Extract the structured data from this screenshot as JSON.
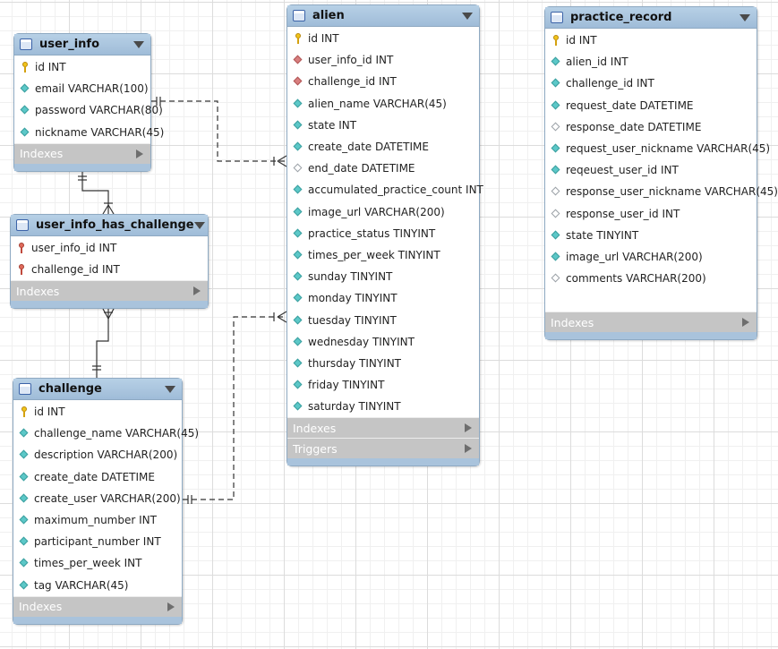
{
  "tables": [
    {
      "id": "user_info",
      "name": "user_info",
      "columns": [
        {
          "label": "id INT",
          "icon": "primary-key-icon"
        },
        {
          "label": "email VARCHAR(100)",
          "icon": "column-icon"
        },
        {
          "label": "password VARCHAR(80)",
          "icon": "column-icon"
        },
        {
          "label": "nickname VARCHAR(45)",
          "icon": "column-icon"
        }
      ],
      "sections": [
        "Indexes"
      ]
    },
    {
      "id": "user_info_has_challenge",
      "name": "user_info_has_challenge",
      "columns": [
        {
          "label": "user_info_id INT",
          "icon": "foreign-primary-key-icon"
        },
        {
          "label": "challenge_id INT",
          "icon": "foreign-primary-key-icon"
        }
      ],
      "sections": [
        "Indexes"
      ]
    },
    {
      "id": "challenge",
      "name": "challenge",
      "columns": [
        {
          "label": "id INT",
          "icon": "primary-key-icon"
        },
        {
          "label": "challenge_name VARCHAR(45)",
          "icon": "column-icon"
        },
        {
          "label": "description VARCHAR(200)",
          "icon": "column-icon"
        },
        {
          "label": "create_date DATETIME",
          "icon": "column-icon"
        },
        {
          "label": "create_user VARCHAR(200)",
          "icon": "column-icon"
        },
        {
          "label": "maximum_number INT",
          "icon": "column-icon"
        },
        {
          "label": "participant_number INT",
          "icon": "column-icon"
        },
        {
          "label": "times_per_week INT",
          "icon": "column-icon"
        },
        {
          "label": "tag VARCHAR(45)",
          "icon": "column-icon"
        }
      ],
      "sections": [
        "Indexes"
      ]
    },
    {
      "id": "alien",
      "name": "alien",
      "columns": [
        {
          "label": "id INT",
          "icon": "primary-key-icon"
        },
        {
          "label": "user_info_id INT",
          "icon": "foreign-key-icon"
        },
        {
          "label": "challenge_id INT",
          "icon": "foreign-key-icon"
        },
        {
          "label": "alien_name VARCHAR(45)",
          "icon": "column-icon"
        },
        {
          "label": "state INT",
          "icon": "column-icon"
        },
        {
          "label": "create_date DATETIME",
          "icon": "column-icon"
        },
        {
          "label": "end_date DATETIME",
          "icon": "nullable-column-icon"
        },
        {
          "label": "accumulated_practice_count INT",
          "icon": "column-icon"
        },
        {
          "label": "image_url VARCHAR(200)",
          "icon": "column-icon"
        },
        {
          "label": "practice_status TINYINT",
          "icon": "column-icon"
        },
        {
          "label": "times_per_week TINYINT",
          "icon": "column-icon"
        },
        {
          "label": "sunday TINYINT",
          "icon": "column-icon"
        },
        {
          "label": "monday TINYINT",
          "icon": "column-icon"
        },
        {
          "label": "tuesday TINYINT",
          "icon": "column-icon"
        },
        {
          "label": "wednesday TINYINT",
          "icon": "column-icon"
        },
        {
          "label": "thursday TINYINT",
          "icon": "column-icon"
        },
        {
          "label": "friday TINYINT",
          "icon": "column-icon"
        },
        {
          "label": "saturday TINYINT",
          "icon": "column-icon"
        }
      ],
      "sections": [
        "Indexes",
        "Triggers"
      ]
    },
    {
      "id": "practice_record",
      "name": "practice_record",
      "columns": [
        {
          "label": "id INT",
          "icon": "primary-key-icon"
        },
        {
          "label": "alien_id INT",
          "icon": "column-icon"
        },
        {
          "label": "challenge_id INT",
          "icon": "column-icon"
        },
        {
          "label": "request_date DATETIME",
          "icon": "column-icon"
        },
        {
          "label": "response_date DATETIME",
          "icon": "nullable-column-icon"
        },
        {
          "label": "request_user_nickname VARCHAR(45)",
          "icon": "column-icon"
        },
        {
          "label": "reqeuest_user_id INT",
          "icon": "column-icon"
        },
        {
          "label": "response_user_nickname VARCHAR(45)",
          "icon": "nullable-column-icon"
        },
        {
          "label": "response_user_id INT",
          "icon": "nullable-column-icon"
        },
        {
          "label": "state TINYINT",
          "icon": "column-icon"
        },
        {
          "label": "image_url VARCHAR(200)",
          "icon": "column-icon"
        },
        {
          "label": "comments VARCHAR(200)",
          "icon": "nullable-column-icon"
        }
      ],
      "sections": [
        "Indexes"
      ]
    }
  ],
  "relationships": [
    {
      "from": "user_info",
      "to": "user_info_has_challenge",
      "style": "solid",
      "ends": [
        "one",
        "many"
      ]
    },
    {
      "from": "challenge",
      "to": "user_info_has_challenge",
      "style": "solid",
      "ends": [
        "one",
        "many"
      ]
    },
    {
      "from": "user_info",
      "to": "alien",
      "style": "dashed",
      "ends": [
        "one",
        "many"
      ]
    },
    {
      "from": "challenge",
      "to": "alien",
      "style": "dashed",
      "ends": [
        "one",
        "many"
      ]
    }
  ],
  "colors": {
    "header": "#a8c4de",
    "section": "#c5c5c5",
    "line": "#333333"
  }
}
